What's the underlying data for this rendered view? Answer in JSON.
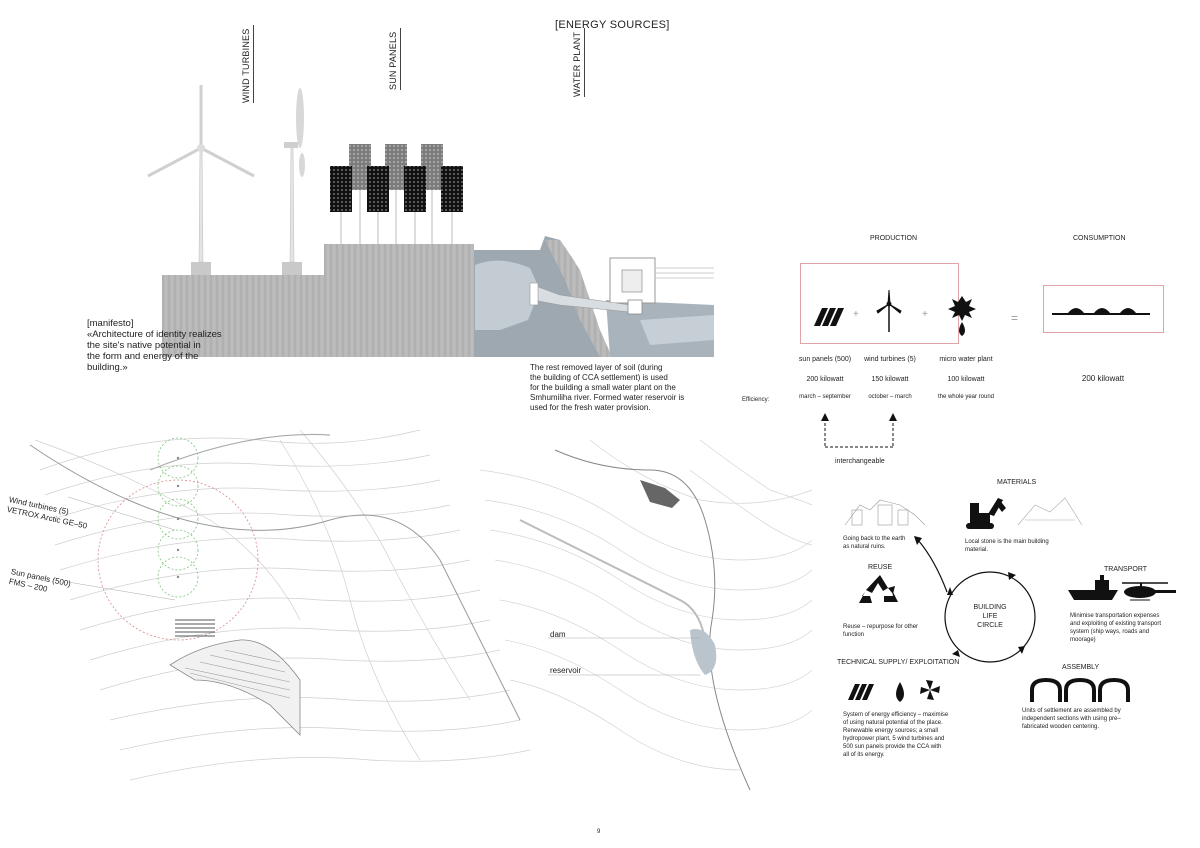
{
  "title": "[ENERGY SOURCES]",
  "section_labels": {
    "wind": "WIND TURBINES",
    "sun": "SUN PANELS",
    "water": "WATER PLANT"
  },
  "manifesto": {
    "heading": "[manifesto]",
    "line1": "«Architecture of identity realizes",
    "line2": "the site's native potential in",
    "line3": "the form and energy of the",
    "line4": "building.»"
  },
  "water_note": {
    "line1": "The rest removed layer of soil (during",
    "line2": "the building of CCA settlement) is used",
    "line3": "for the building a small water plant on the",
    "line4": "Smhumiliha river. Formed water reservoir is",
    "line5": "used for the fresh water provision."
  },
  "energy_balance": {
    "production_label": "PRODUCTION",
    "consumption_label": "CONSUMPTION",
    "efficiency_label": "Efficiency:",
    "interchangeable_label": "interchangeable",
    "sources": [
      {
        "name": "sun panels (500)",
        "power": "200 kilowatt",
        "period": "march – september"
      },
      {
        "name": "wind turbines (5)",
        "power": "150 kilowatt",
        "period": "october – march"
      },
      {
        "name": "micro water plant",
        "power": "100 kilowatt",
        "period": "the whole year round"
      }
    ],
    "plus": "+",
    "equals": "=",
    "consumption_value": "200 kilowatt"
  },
  "site_plan": {
    "wind_label_1": "Wind turbines (5)",
    "wind_label_2": "VETROX Arctic GE–50",
    "sun_label_1": "Sun panels (500)",
    "sun_label_2": "FMS – 200",
    "dam_label": "dam",
    "reservoir_label": "reservoir"
  },
  "life_cycle": {
    "center_1": "BUILDING",
    "center_2": "LIFE",
    "center_3": "CIRCLE",
    "materials": {
      "title": "MATERIALS",
      "line1": "Local stone is the main building",
      "line2": "material."
    },
    "ruins": {
      "line1": "Going back to the earth",
      "line2": "as natural ruins."
    },
    "reuse": {
      "title": "REUSE",
      "line1": "Reuse – repurpose for other",
      "line2": "function"
    },
    "transport": {
      "title": "TRANSPORT",
      "line1": "Minimise transportation expenses",
      "line2": "and  exploiting of existing transport",
      "line3": "system (ship ways, roads and",
      "line4": "moorage)"
    },
    "technical": {
      "title": "TECHNICAL SUPPLY/ EXPLOITATION",
      "line1": "System of energy efficiency – maximise",
      "line2": "of using natural potential of the place.",
      "line3": "Renewable energy sources; a small",
      "line4": "hydropower plant, 5 wind turbines and",
      "line5": "500 sun panels provide the CCA with",
      "line6": "all of its energy."
    },
    "assembly": {
      "title": "ASSEMBLY",
      "line1": "Units of settlement are assembled by",
      "line2": "independent sections with using pre–",
      "line3": "fabricated wooden centering."
    }
  },
  "icons": [
    "sun-panel-icon",
    "wind-turbine-icon",
    "water-plant-icon",
    "settlement-icon",
    "recycle-icon",
    "excavator-icon",
    "ship-icon",
    "helicopter-icon",
    "water-drop-icon",
    "fan-icon",
    "arch-icon"
  ],
  "colors": {
    "accent_box": "#e2a3a8",
    "green_circle": "#7bc47b",
    "red_circle": "#d98a8a",
    "water": "#b9c4cc"
  },
  "page_number": "9"
}
